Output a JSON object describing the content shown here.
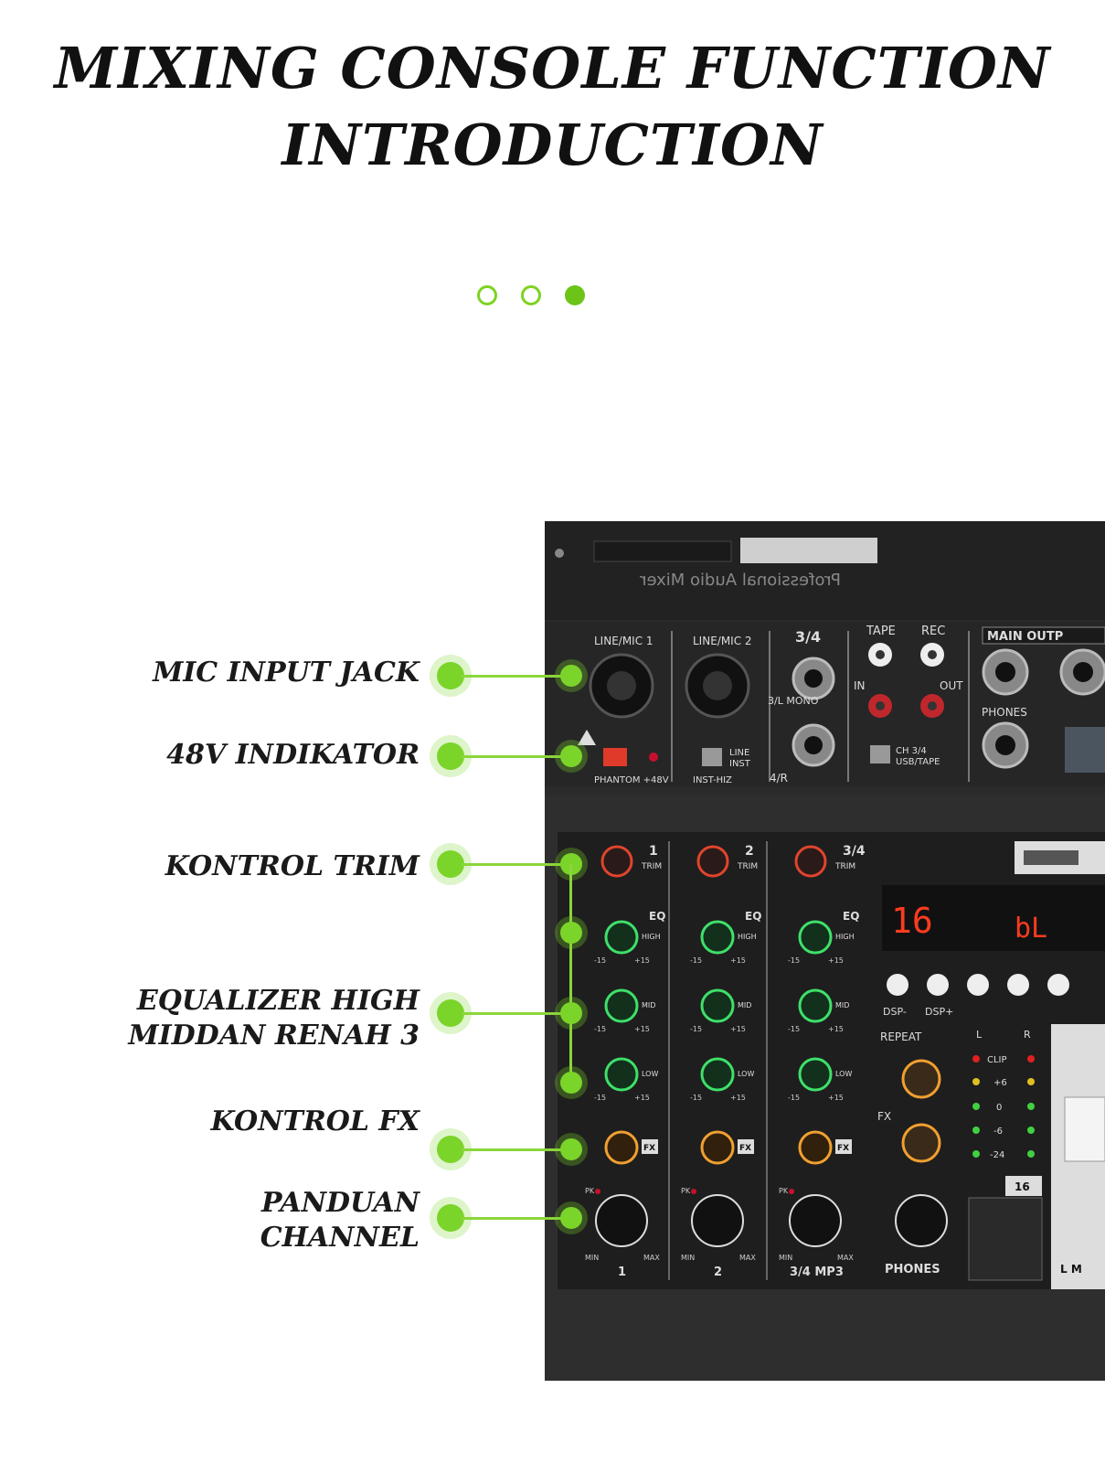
{
  "header": {
    "title_line1": "MIXING CONSOLE FUNCTION",
    "title_line2": "INTRODUCTION"
  },
  "pager": {
    "count": 3,
    "active_index": 2
  },
  "callouts": [
    {
      "label": "MIC INPUT JACK"
    },
    {
      "label": "48V INDIKATOR"
    },
    {
      "label": "KONTROL TRIM"
    },
    {
      "label_line1": "EQUALIZER HIGH",
      "label_line2": "MIDDAN RENAH 3"
    },
    {
      "label": "KONTROL FX"
    },
    {
      "label_line1": "PANDUAN",
      "label_line2": "CHANNEL"
    }
  ],
  "device": {
    "brand": "Professional Audio Mixer",
    "top_labels": {
      "line_mic_1": "LINE/MIC 1",
      "line_mic_2": "LINE/MIC 2",
      "ch34": "3/4",
      "mono": "3/L MONO",
      "r4": "4/R",
      "tape": "TAPE",
      "rec": "REC",
      "in": "IN",
      "out": "OUT",
      "main_out": "MAIN OUTP",
      "phones": "PHONES",
      "phantom": "PHANTOM +48V",
      "inst_hiz": "INST-HIZ",
      "line": "LINE",
      "inst": "INST",
      "ch34_usb": "CH 3/4",
      "usb_tape": "USB/TAPE"
    },
    "channels": [
      "1",
      "2",
      "3/4"
    ],
    "channel_labels": [
      "1",
      "2",
      "3/4 MP3"
    ],
    "trim": "TRIM",
    "eq": "EQ",
    "high": "HIGH",
    "mid": "MID",
    "low": "LOW",
    "fx": "FX",
    "minus15": "-15",
    "plus15": "+15",
    "min": "MIN",
    "max": "MAX",
    "pk": "PK",
    "display_left": "16",
    "display_right": "bL",
    "dsp_minus": "DSP-",
    "dsp_plus": "DSP+",
    "repeat": "REPEAT",
    "phones_label": "PHONES",
    "meter": {
      "l": "L",
      "r": "R",
      "clip": "CLIP",
      "p6": "+6",
      "zero": "0",
      "m6": "-6",
      "m24": "-24"
    },
    "fx_count": "16",
    "lm": "L  M"
  },
  "colors": {
    "accent_green": "#7bd42a",
    "device_body": "#262626",
    "panel": "#1c1c1c",
    "knob_red": "#e0452c",
    "knob_green": "#3ee06a",
    "knob_orange": "#f0a030",
    "display_red": "#ff3b1f"
  }
}
